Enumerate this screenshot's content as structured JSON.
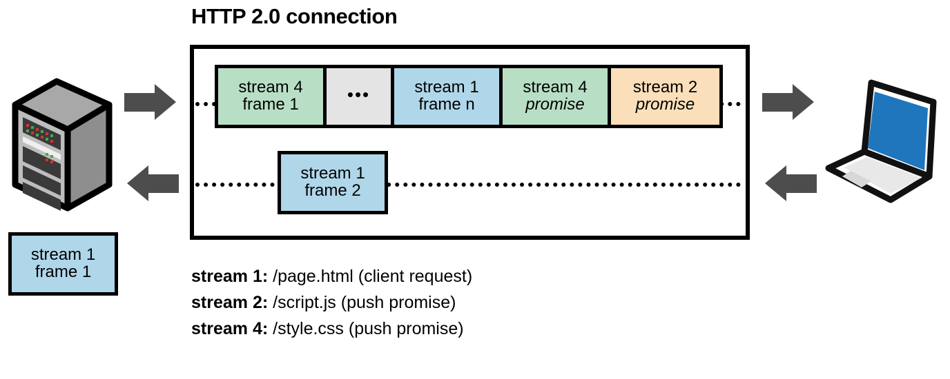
{
  "title": "HTTP 2.0 connection",
  "colors": {
    "green": "#b8dfc6",
    "gray": "#e4e4e4",
    "blue": "#b0d6e9",
    "orange": "#fadfba",
    "arrow": "#4d4d4d",
    "outline": "#000000",
    "laptop_screen": "#1f76bd",
    "server_body": "#9a9a9a"
  },
  "connection": {
    "top_lane_frames": [
      {
        "id": "stream-4-frame-1",
        "line1": "stream 4",
        "line2": "frame 1",
        "italic2": false,
        "color": "green"
      },
      {
        "id": "ellipsis",
        "line1": "•••",
        "line2": "",
        "italic2": false,
        "color": "gray"
      },
      {
        "id": "stream-1-frame-n",
        "line1": "stream 1",
        "line2": "frame n",
        "italic2": false,
        "color": "blue"
      },
      {
        "id": "stream-4-promise",
        "line1": "stream 4",
        "line2": "promise",
        "italic2": true,
        "color": "green"
      },
      {
        "id": "stream-2-promise",
        "line1": "stream 2",
        "line2": "promise",
        "italic2": true,
        "color": "orange"
      }
    ],
    "bottom_lane_frame": {
      "id": "stream-1-frame-2",
      "line1": "stream 1",
      "line2": "frame 2",
      "color": "blue"
    }
  },
  "pending_frame": {
    "id": "stream-1-frame-1",
    "line1": "stream 1",
    "line2": "frame 1",
    "color": "blue"
  },
  "devices": {
    "server": "server-icon",
    "client": "laptop-icon"
  },
  "arrows": {
    "server_outbound": "arrow-right-icon",
    "server_inbound": "arrow-left-icon",
    "client_inbound": "arrow-right-icon",
    "client_outbound": "arrow-left-icon"
  },
  "legend": [
    {
      "stream": "stream 1:",
      "desc": "/page.html  (client request)"
    },
    {
      "stream": "stream 2:",
      "desc": "/script.js  (push promise)"
    },
    {
      "stream": "stream 4:",
      "desc": "/style.css  (push promise)"
    }
  ]
}
